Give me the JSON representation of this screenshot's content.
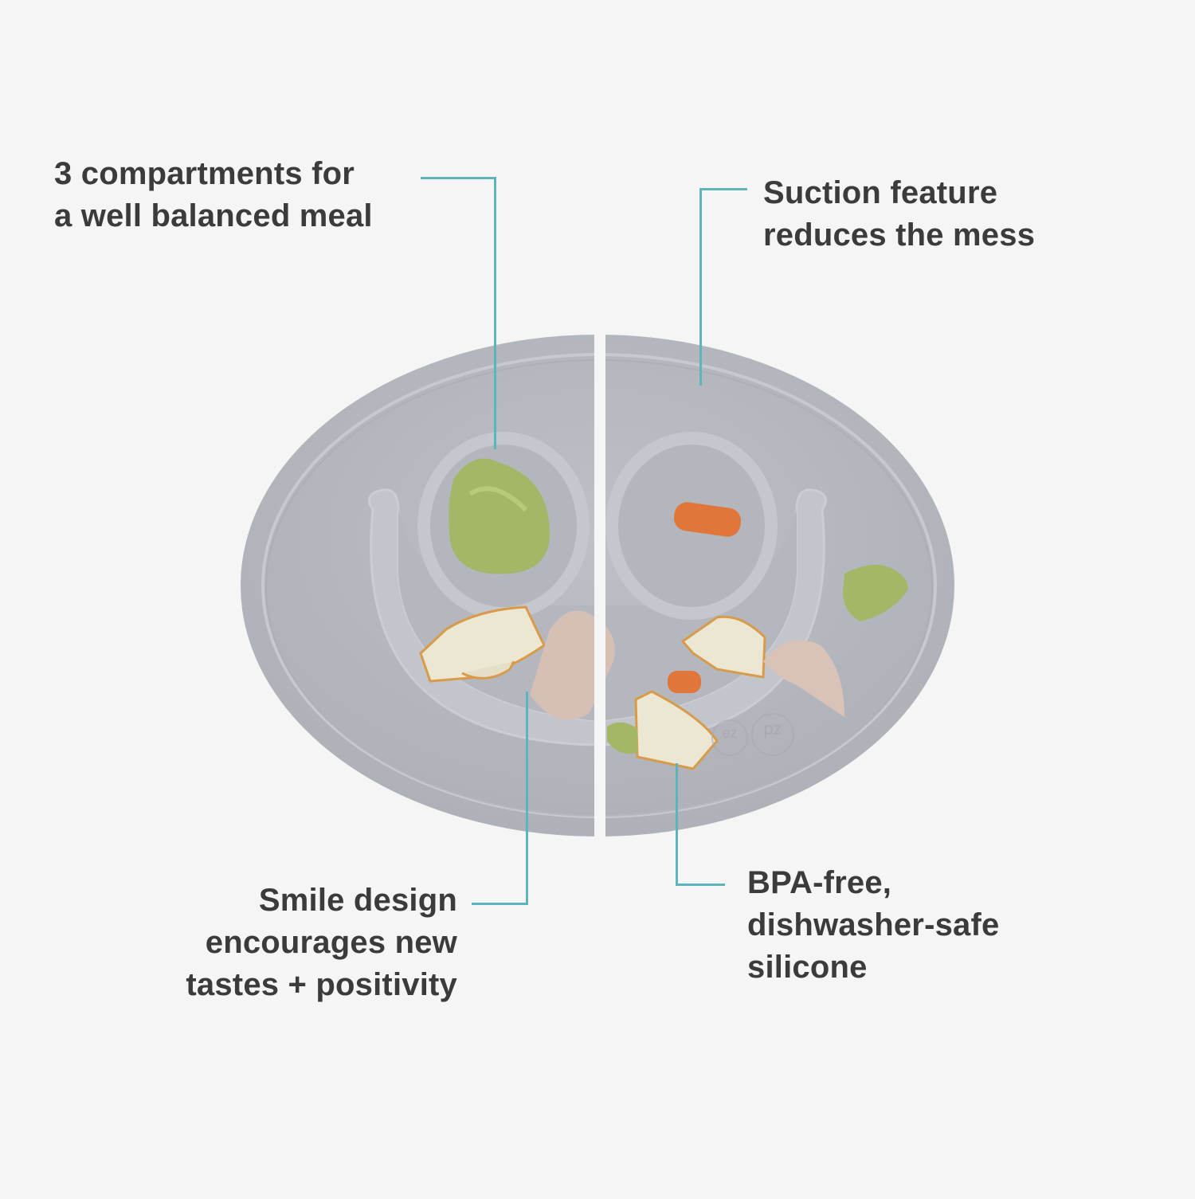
{
  "colors": {
    "background": "#f5f5f5",
    "text": "#3b3b3b",
    "callout_line": "#5fb3bb",
    "plate": "#b6b9c0",
    "plate_inner": "#bcbfc6"
  },
  "callouts": [
    {
      "id": "compartments",
      "lines": [
        "3 compartments for",
        "a well balanced meal"
      ]
    },
    {
      "id": "suction",
      "lines": [
        "Suction feature",
        "reduces the mess"
      ]
    },
    {
      "id": "smile",
      "lines": [
        "Smile design",
        "encourages new",
        "tastes + positivity"
      ]
    },
    {
      "id": "material",
      "lines": [
        "BPA-free,",
        "dishwasher-safe",
        "silicone"
      ]
    }
  ],
  "product": {
    "logo_text": [
      "ez",
      "pz"
    ]
  }
}
